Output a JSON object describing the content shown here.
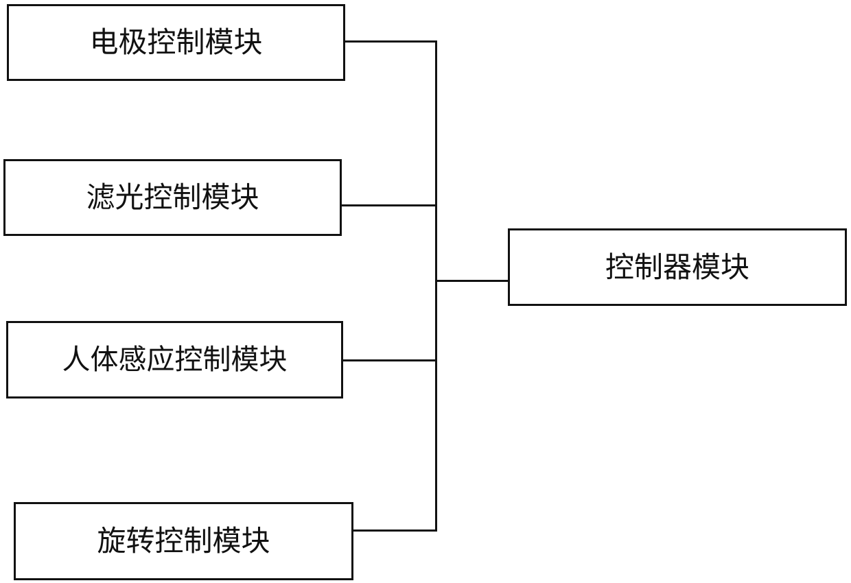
{
  "diagram": {
    "modules": {
      "electrode": "电极控制模块",
      "filter": "滤光控制模块",
      "human_sensing": "人体感应控制模块",
      "rotation": "旋转控制模块",
      "controller": "控制器模块"
    }
  }
}
